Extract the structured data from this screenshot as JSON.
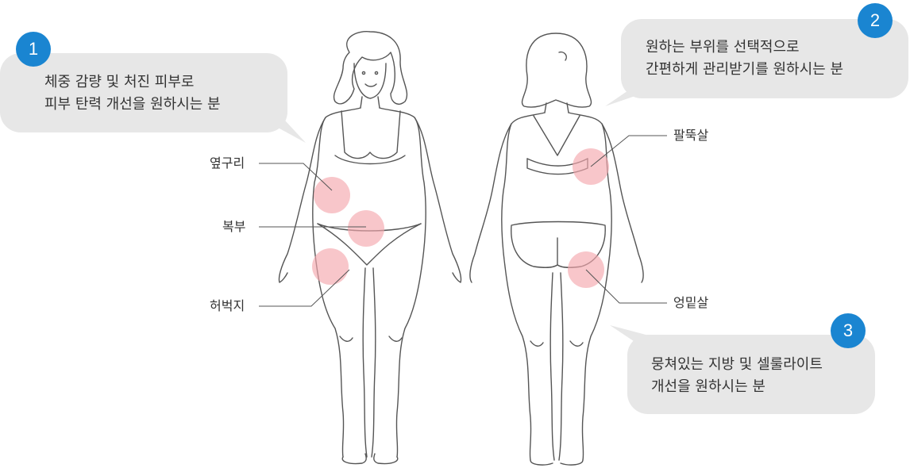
{
  "colors": {
    "badge": "#1a85d1",
    "bubble": "#e7e7e7",
    "highlight": "#f4a7ad",
    "outline": "#555555",
    "text": "#333333"
  },
  "callouts": [
    {
      "number": "1",
      "lines": [
        "체중 감량 및 처진 피부로",
        "피부 탄력 개선을 원하시는 분"
      ]
    },
    {
      "number": "2",
      "lines": [
        "원하는 부위를 선택적으로",
        "간편하게 관리받기를 원하시는 분"
      ]
    },
    {
      "number": "3",
      "lines": [
        "뭉쳐있는 지방 및 셀룰라이트",
        "개선을 원하시는 분"
      ]
    }
  ],
  "front_labels": {
    "flank": "옆구리",
    "abdomen": "복부",
    "thigh": "허벅지"
  },
  "back_labels": {
    "upper_arm": "팔뚝살",
    "buttocks": "엉밑살"
  }
}
